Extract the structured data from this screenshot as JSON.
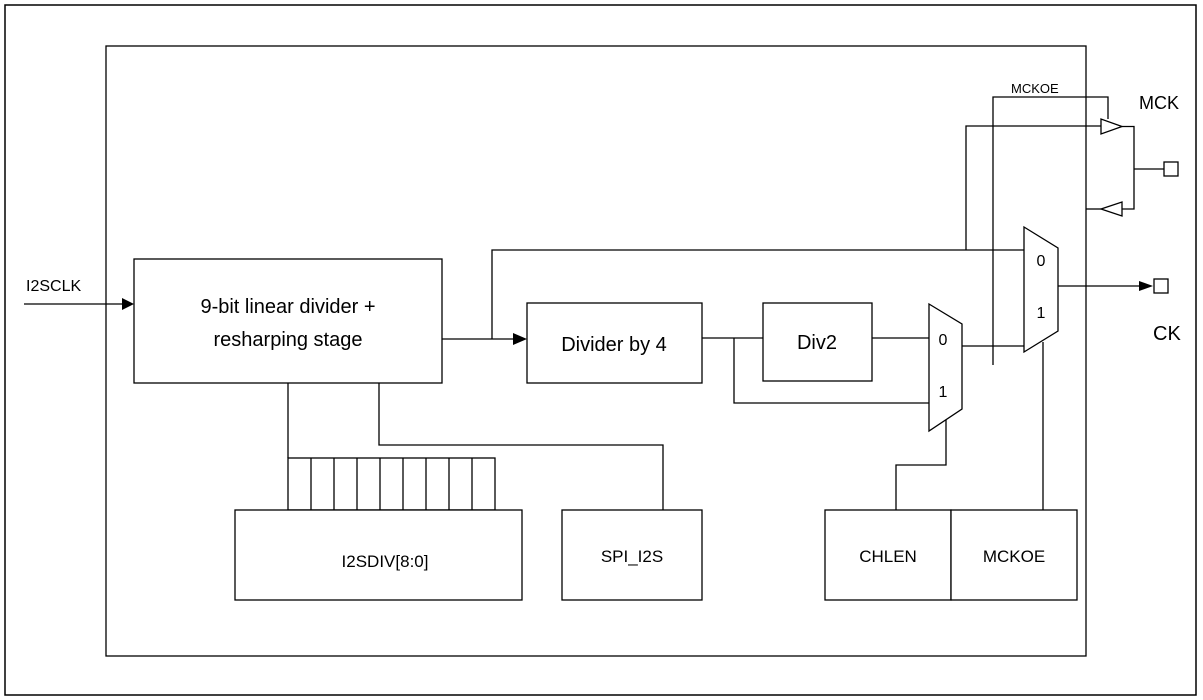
{
  "labels": {
    "i2sclk": "I2SCLK",
    "linear_divider_line1": "9-bit linear divider +",
    "linear_divider_line2": "resharping stage",
    "divider_by_4": "Divider by 4",
    "div2": "Div2",
    "mux1_in0": "0",
    "mux1_in1": "1",
    "mux2_in0": "0",
    "mux2_in1": "1",
    "mckoe_top": "MCKOE",
    "mck": "MCK",
    "ck": "CK",
    "i2sdiv": "I2SDIV[8:0]",
    "spi_i2s": "SPI_I2S",
    "chlen": "CHLEN",
    "mckoe_reg": "MCKOE"
  },
  "colors": {
    "line": "#000000",
    "background": "#ffffff"
  },
  "register_bit_cells": 9
}
